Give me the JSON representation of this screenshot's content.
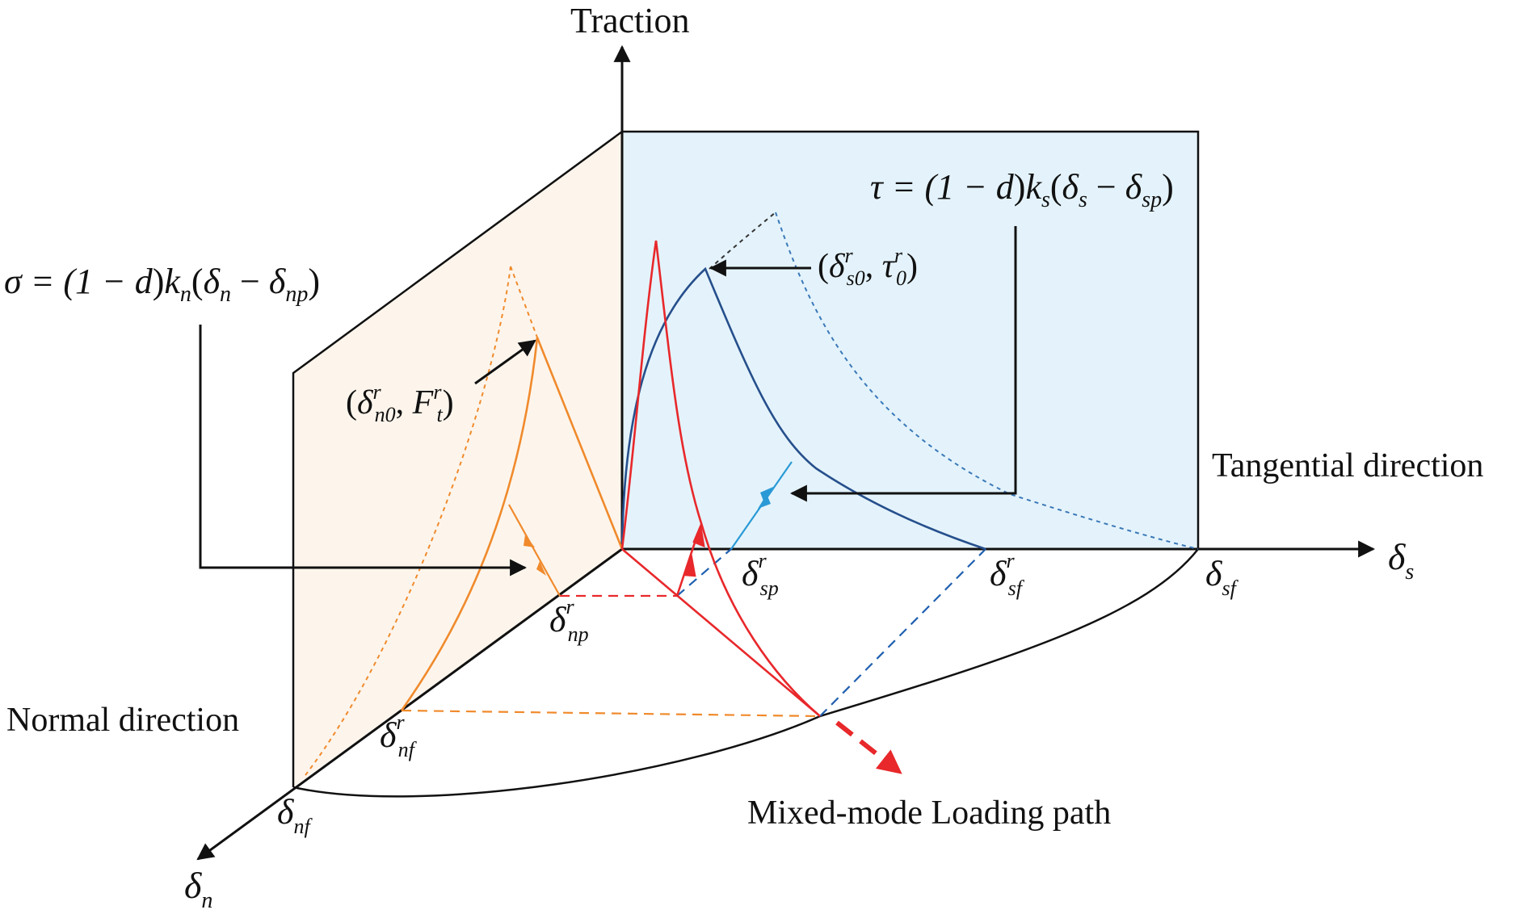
{
  "axes": {
    "vertical": "Traction",
    "horizontal": "δ",
    "horizontal_sub": "s",
    "depth": "δ",
    "depth_sub": "n"
  },
  "planes": {
    "tangential": "Tangential direction",
    "normal": "Normal direction",
    "tangential_fill": "#e4f3fb",
    "normal_fill": "#fdf5ec"
  },
  "equations": {
    "shear": {
      "lhs": "τ = (1 − ",
      "d": "d",
      "mid": ")",
      "k": "k",
      "k_sub": "s",
      "open": "(",
      "d1": "δ",
      "d1_sub": "s",
      "minus": " − ",
      "d2": "δ",
      "d2_sub": "sp",
      "close": ")"
    },
    "normal": {
      "lhs": "σ = (1 − ",
      "d": "d",
      "mid": ")",
      "k": "k",
      "k_sub": "n",
      "open": "(",
      "d1": "δ",
      "d1_sub": "n",
      "minus": " − ",
      "d2": "δ",
      "d2_sub": "np",
      "close": ")"
    }
  },
  "points": {
    "shear_peak": {
      "open": "(",
      "delta": "δ",
      "sup": "r",
      "sub": "s0",
      "comma": ", ",
      "tau": "τ",
      "tau_sup": "r",
      "tau_sub": "0",
      "close": ")"
    },
    "normal_peak": {
      "open": "(",
      "delta": "δ",
      "sup": "r",
      "sub": "n0",
      "comma": ", ",
      "f": "F",
      "f_sup": "r",
      "f_sub": "t",
      "close": ")"
    }
  },
  "ticks": {
    "d_sp_r": {
      "base": "δ",
      "sup": "r",
      "sub": "sp"
    },
    "d_sf_r": {
      "base": "δ",
      "sup": "r",
      "sub": "sf"
    },
    "d_sf": {
      "base": "δ",
      "sub": "sf"
    },
    "d_np_r": {
      "base": "δ",
      "sup": "r",
      "sub": "np"
    },
    "d_nf_r": {
      "base": "δ",
      "sup": "r",
      "sub": "nf"
    },
    "d_nf": {
      "base": "δ",
      "sub": "nf"
    }
  },
  "loading_path": "Mixed-mode Loading path",
  "colors": {
    "red": "#e8282b",
    "orange": "#f08a2c",
    "dark_blue": "#264f8c",
    "light_blue": "#2a9ad6",
    "black": "#111111"
  }
}
